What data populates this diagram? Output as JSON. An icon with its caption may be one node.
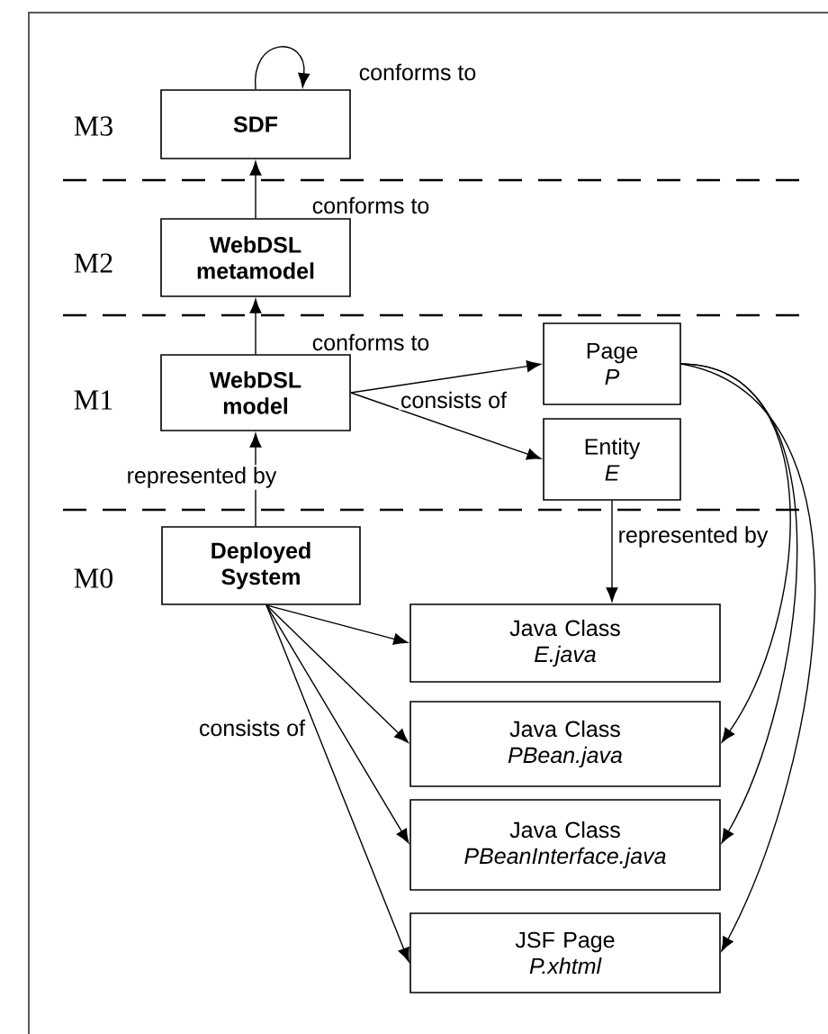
{
  "diagram": {
    "nodes": [
      {
        "text": [
          "SDF"
        ]
      },
      {
        "text": [
          "WebDSL metamodel"
        ]
      },
      {
        "text": [
          "WebDSL model"
        ]
      },
      {
        "text": [
          "Page",
          "P"
        ]
      },
      {
        "text": [
          "Entity",
          "E"
        ]
      },
      {
        "text": [
          "Deployed System"
        ]
      },
      {
        "text": [
          "Java Class",
          "E.java"
        ]
      },
      {
        "text": [
          "Java Class",
          "PBean.java"
        ]
      },
      {
        "text": [
          "Java Class",
          "PBeanInterface.java"
        ]
      },
      {
        "text": [
          "JSF Page",
          "P.xhtml"
        ]
      }
    ],
    "edges": [
      {
        "from": 0,
        "to": 0,
        "arrow": "to",
        "label": "conforms to"
      },
      {
        "from": 1,
        "to": 0,
        "arrow": "to",
        "label": "conforms to"
      },
      {
        "from": 2,
        "to": 1,
        "arrow": "to",
        "label": "conforms to"
      },
      {
        "from": 2,
        "to": 3,
        "arrow": "to",
        "label": "consists of"
      },
      {
        "from": 2,
        "to": 4,
        "arrow": "to"
      },
      {
        "from": 5,
        "to": 2,
        "arrow": "to",
        "label": "represented by"
      },
      {
        "from": 4,
        "to": 6,
        "arrow": "to",
        "label": "represented by"
      },
      {
        "from": 3,
        "to": 7,
        "arrow": "to"
      },
      {
        "from": 3,
        "to": 8,
        "arrow": "to"
      },
      {
        "from": 3,
        "to": 9,
        "arrow": "to"
      },
      {
        "from": 5,
        "to": 6,
        "arrow": "to"
      },
      {
        "from": 5,
        "to": 7,
        "arrow": "to"
      },
      {
        "from": 5,
        "to": 8,
        "arrow": "to"
      },
      {
        "from": 5,
        "to": 9,
        "arrow": "to",
        "label": "consists of"
      }
    ],
    "labels": [
      "M3",
      "M2",
      "M1",
      "M0"
    ]
  }
}
